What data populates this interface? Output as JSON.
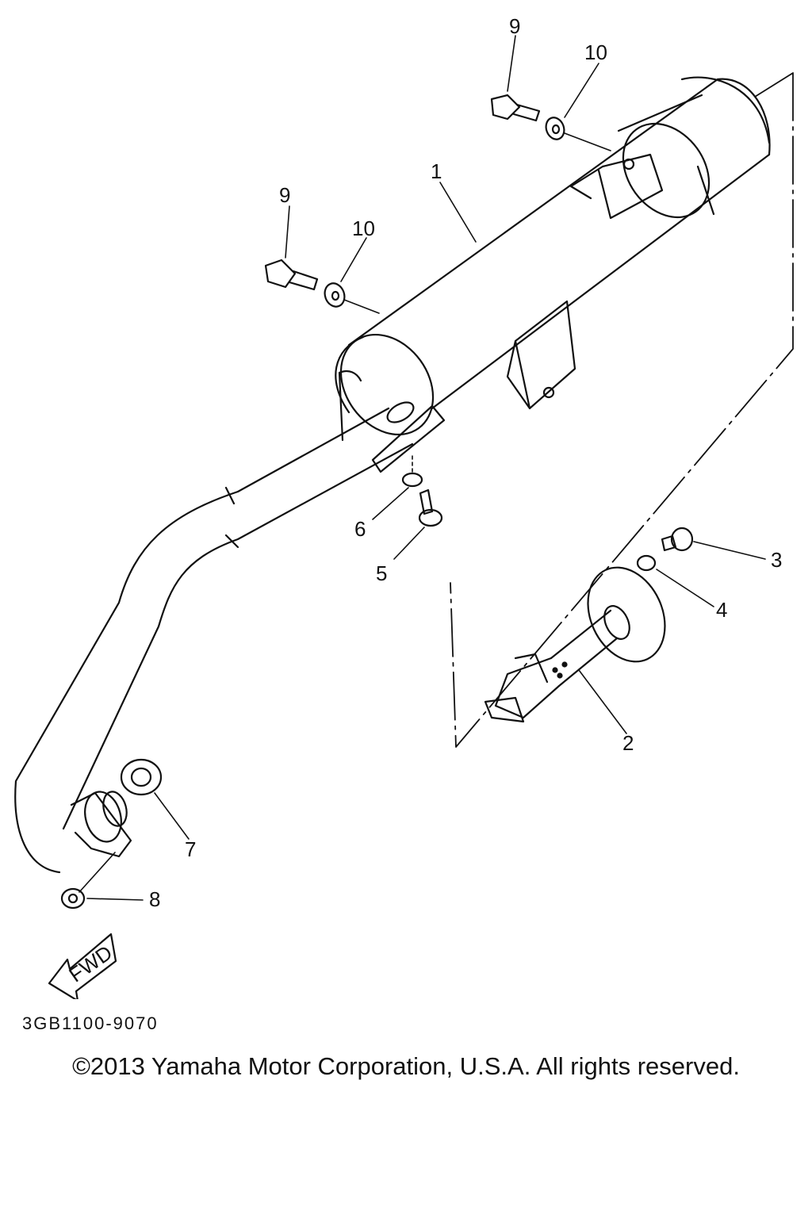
{
  "diagram": {
    "callouts": [
      "9",
      "10",
      "1",
      "9",
      "10",
      "6",
      "5",
      "3",
      "4",
      "2",
      "7",
      "8"
    ],
    "fwd_label": "FWD",
    "drawing_code": "3GB1100-9070"
  },
  "footer": {
    "copyright": "©2013 Yamaha Motor Corporation, U.S.A. All rights reserved."
  }
}
